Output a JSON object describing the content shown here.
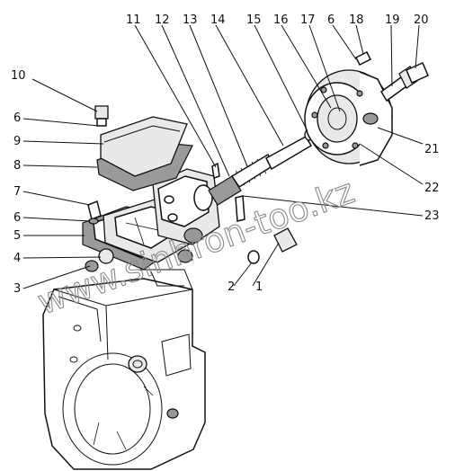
{
  "diagram": {
    "watermark": "www.sinhron-too.kz",
    "callouts": [
      "1",
      "2",
      "3",
      "4",
      "5",
      "6",
      "7",
      "8",
      "9",
      "10",
      "6",
      "11",
      "12",
      "13",
      "14",
      "15",
      "16",
      "17",
      "6",
      "18",
      "19",
      "20",
      "21",
      "22",
      "23"
    ]
  }
}
